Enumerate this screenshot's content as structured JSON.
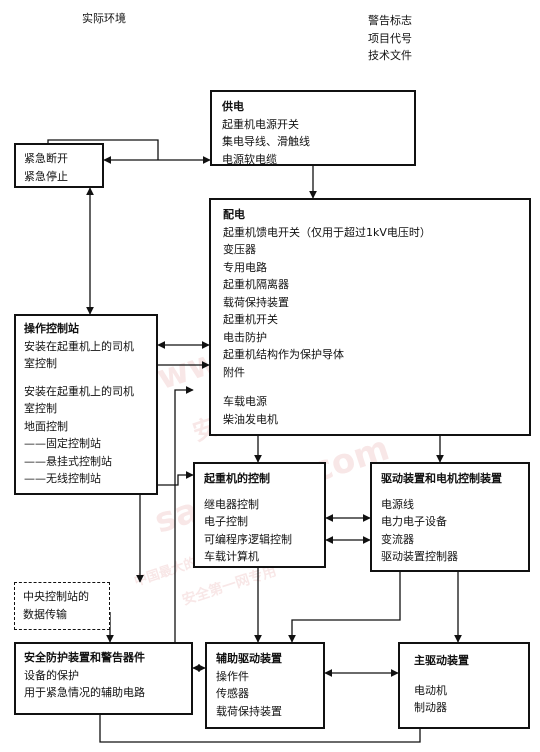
{
  "labels": {
    "environment": "实际环境",
    "warning": [
      "警告标志",
      "项目代号",
      "技术文件"
    ]
  },
  "boxes": {
    "supply": [
      "供电",
      "起重机电源开关",
      "集电导线、滑触线",
      "电源软电缆"
    ],
    "emergency": [
      "紧急断开",
      "紧急停止"
    ],
    "distribution": [
      "配电",
      "起重机馈电开关（仅用于超过1kV电压时）",
      "变压器",
      "专用电路",
      "起重机隔离器",
      "载荷保持装置",
      "起重机开关",
      "电击防护",
      "起重机结构作为保护导体",
      "附件",
      "",
      "车载电源",
      "柴油发电机"
    ],
    "operator_station": [
      "操作控制站",
      "安装在起重机上的司机",
      "室控制",
      "",
      "安装在起重机上的司机",
      "室控制",
      "地面控制",
      "——固定控制站",
      "——悬挂式控制站",
      "——无线控制站"
    ],
    "crane_control": [
      "起重机的控制",
      "继电器控制",
      "电子控制",
      "可编程序逻辑控制",
      "车载计算机"
    ],
    "drive_control": [
      "驱动装置和电机控制装置",
      "电源线",
      "电力电子设备",
      "变流器",
      "驱动装置控制器"
    ],
    "central_station": [
      "中央控制站的",
      "数据传输"
    ],
    "safety": [
      "安全防护装置和警告器件",
      "设备的保护",
      "用于紧急情况的辅助电路"
    ],
    "aux_drive": [
      "辅助驱动装置",
      "操作件",
      "传感器",
      "载荷保持装置"
    ],
    "main_drive": [
      "主驱动装置",
      "",
      "电动机",
      "制动器"
    ]
  },
  "watermark": [
    "www.safe001.com",
    "安全第一网",
    "safe001.com",
    "中国最大的安全专业门户网站",
    "安全第一网专用"
  ]
}
